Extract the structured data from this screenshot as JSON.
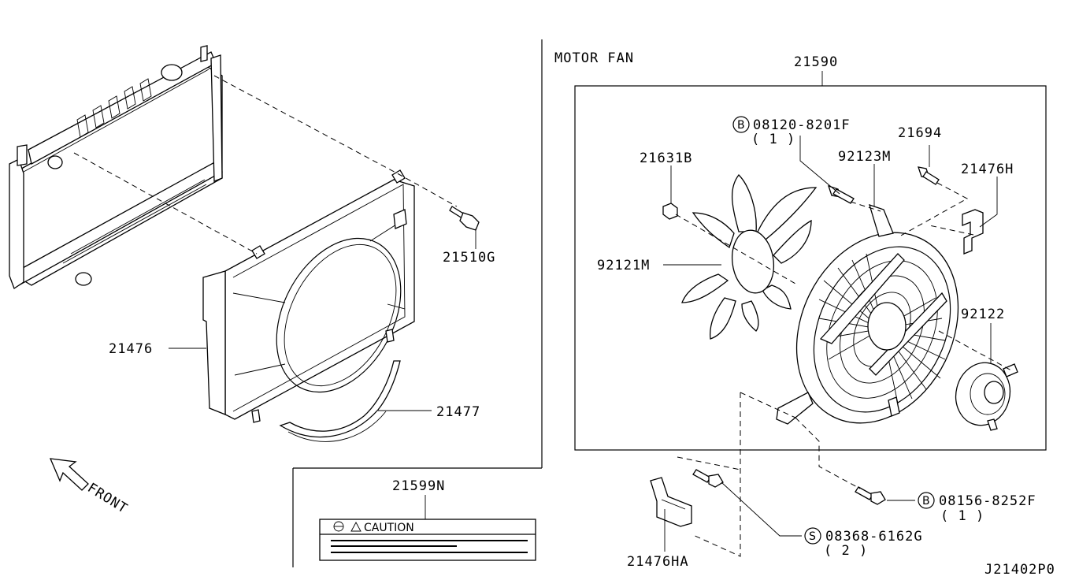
{
  "diagram_code": "J21402P0",
  "section_title": "MOTOR FAN",
  "front_label": "FRONT",
  "caution_text": "CAUTION",
  "parts": {
    "p21590": "21590",
    "p21510G": "21510G",
    "p21476": "21476",
    "p21477": "21477",
    "p21599N": "21599N",
    "p21631B": "21631B",
    "p92121M": "92121M",
    "p92123M": "92123M",
    "p21694": "21694",
    "p21476H": "21476H",
    "p92122": "92122",
    "p21476HA": "21476HA",
    "b1_code": "08120-8201F",
    "b1_qty": "( 1 )",
    "b1_prefix": "B",
    "b2_code": "08156-8252F",
    "b2_qty": "( 1 )",
    "b2_prefix": "B",
    "s1_code": "08368-6162G",
    "s1_qty": "( 2 )",
    "s1_prefix": "S"
  }
}
